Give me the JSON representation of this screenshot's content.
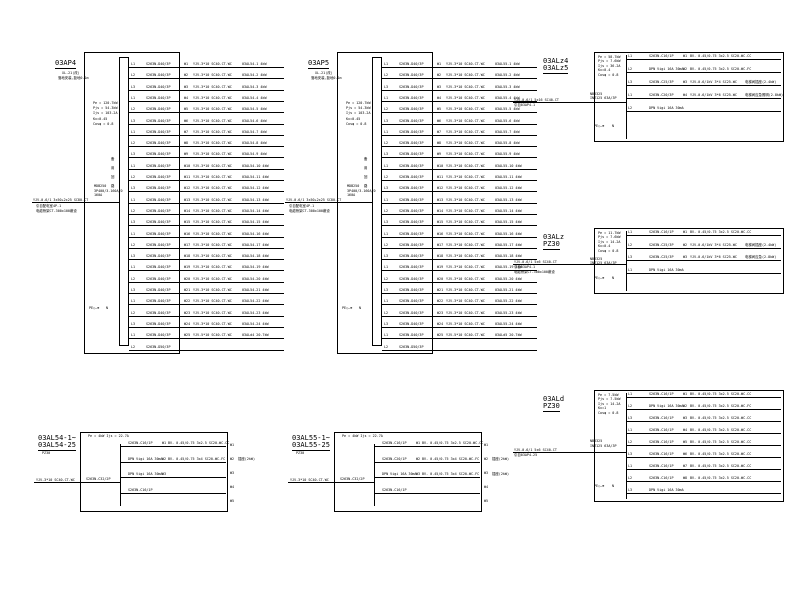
{
  "ap4": {
    "title": "03AP4",
    "sub1": "XL-21(改)",
    "sub2": "落地安装,距地0.1m",
    "params": [
      "Pe = 120.7kW",
      "Pjs = 54.3kW",
      "Ijs = 103.2A",
      "Kx=0.45",
      "Cosφ = 0.8"
    ],
    "incomer": [
      "YJV-0.6/1 3x50+2x25 SC80-CT",
      "引自配电室4P-1",
      "电缆桥架CT-300x100敷设"
    ],
    "main_breaker": [
      "MDB250",
      "3P400/3-160A/0",
      "160A"
    ],
    "circuits": [
      {
        "phase": "L1",
        "breaker": "S263N-D40/3P",
        "no": "W1",
        "cable": "YJV-3*10 SC40-CT.WC",
        "dest": "03AL54-1 4kW"
      },
      {
        "phase": "L2",
        "breaker": "S263N-D40/3P",
        "no": "W2",
        "cable": "YJV-3*10 SC40-CT.WC",
        "dest": "03AL54-2 4kW"
      },
      {
        "phase": "L3",
        "breaker": "S263N-D40/3P",
        "no": "W3",
        "cable": "YJV-3*10 SC40-CT.WC",
        "dest": "03AL54-3 4kW"
      },
      {
        "phase": "L1",
        "breaker": "S263N-D40/3P",
        "no": "W4",
        "cable": "YJV-3*10 SC40-CT.WC",
        "dest": "03AL54-4 4kW"
      },
      {
        "phase": "L2",
        "breaker": "S263N-D40/3P",
        "no": "W5",
        "cable": "YJV-3*10 SC40-CT.WC",
        "dest": "03AL54-5 4kW"
      },
      {
        "phase": "L3",
        "breaker": "S263N-D40/3P",
        "no": "W6",
        "cable": "YJV-3*10 SC40-CT.WC",
        "dest": "03AL54-6 4kW"
      },
      {
        "phase": "L1",
        "breaker": "S263N-D40/3P",
        "no": "W7",
        "cable": "YJV-3*10 SC40-CT.WC",
        "dest": "03AL54-7 4kW"
      },
      {
        "phase": "L2",
        "breaker": "S263N-D40/3P",
        "no": "W8",
        "cable": "YJV-3*10 SC40-CT.WC",
        "dest": "03AL54-8 4kW"
      },
      {
        "phase": "L3",
        "breaker": "S263N-D40/3P",
        "no": "W9",
        "cable": "YJV-3*10 SC40-CT.WC",
        "dest": "03AL54-9 4kW"
      },
      {
        "phase": "L1",
        "breaker": "S263N-D40/3P",
        "no": "W10",
        "cable": "YJV-3*10 SC40-CT.WC",
        "dest": "03AL54-10 4kW"
      },
      {
        "phase": "L2",
        "breaker": "S263N-D40/3P",
        "no": "W11",
        "cable": "YJV-3*10 SC40-CT.WC",
        "dest": "03AL54-11 4kW"
      },
      {
        "phase": "L3",
        "breaker": "S263N-D40/3P",
        "no": "W12",
        "cable": "YJV-3*10 SC40-CT.WC",
        "dest": "03AL54-12 4kW"
      },
      {
        "phase": "L1",
        "breaker": "S263N-D40/3P",
        "no": "W13",
        "cable": "YJV-3*10 SC40-CT.WC",
        "dest": "03AL54-13 4kW"
      },
      {
        "phase": "L2",
        "breaker": "S263N-D40/3P",
        "no": "W14",
        "cable": "YJV-3*10 SC40-CT.WC",
        "dest": "03AL54-14 4kW"
      },
      {
        "phase": "L3",
        "breaker": "S263N-D40/3P",
        "no": "W15",
        "cable": "YJV-3*10 SC40-CT.WC",
        "dest": "03AL54-15 4kW"
      },
      {
        "phase": "L1",
        "breaker": "S263N-D40/3P",
        "no": "W16",
        "cable": "YJV-3*10 SC40-CT.WC",
        "dest": "03AL54-16 4kW"
      },
      {
        "phase": "L2",
        "breaker": "S263N-D40/3P",
        "no": "W17",
        "cable": "YJV-3*10 SC40-CT.WC",
        "dest": "03AL54-17 4kW"
      },
      {
        "phase": "L3",
        "breaker": "S263N-D40/3P",
        "no": "W18",
        "cable": "YJV-3*10 SC40-CT.WC",
        "dest": "03AL54-18 4kW"
      },
      {
        "phase": "L1",
        "breaker": "S263N-D40/3P",
        "no": "W19",
        "cable": "YJV-3*10 SC40-CT.WC",
        "dest": "03AL54-19 4kW"
      },
      {
        "phase": "L2",
        "breaker": "S263N-D40/3P",
        "no": "W20",
        "cable": "YJV-3*10 SC40-CT.WC",
        "dest": "03AL54-20 4kW"
      },
      {
        "phase": "L3",
        "breaker": "S263N-D40/3P",
        "no": "W21",
        "cable": "YJV-3*10 SC40-CT.WC",
        "dest": "03AL54-21 4kW"
      },
      {
        "phase": "L1",
        "breaker": "S263N-D40/3P",
        "no": "W22",
        "cable": "YJV-3*10 SC40-CT.WC",
        "dest": "03AL54-22 4kW"
      },
      {
        "phase": "L2",
        "breaker": "S263N-D40/3P",
        "no": "W23",
        "cable": "YJV-3*10 SC40-CT.WC",
        "dest": "03AL54-23 4kW"
      },
      {
        "phase": "L3",
        "breaker": "S263N-D40/3P",
        "no": "W24",
        "cable": "YJV-3*10 SC40-CT.WC",
        "dest": "03AL54-24 4kW"
      },
      {
        "phase": "L1",
        "breaker": "S263N-D40/3P",
        "no": "W25",
        "cable": "YJV-5*10 SC40-CT.WC",
        "dest": "03ALd4 20.7kW"
      },
      {
        "phase": "L2",
        "breaker": "S263N-D50/3P",
        "no": "",
        "cable": "",
        "dest": ""
      }
    ],
    "vertical_label": "备用回路",
    "pe_label": "PE",
    "n_label": "N"
  },
  "ap5": {
    "title": "03AP5",
    "sub1": "XL-21(改)",
    "sub2": "落地安装,距地0.1m",
    "params": [
      "Pe = 120.7kW",
      "Pjs = 54.3kW",
      "Ijs = 103.2A",
      "Kx=0.45",
      "Cosφ = 0.8"
    ],
    "incomer": [
      "YJV-0.6/1 3x50+2x25 SC80-CT",
      "引自配电室4P-1",
      "电缆桥架CT-300x100敷设"
    ],
    "main_breaker": [
      "MDB250",
      "3P400/3-160A/0",
      "160A"
    ],
    "circuits": [
      {
        "phase": "L1",
        "breaker": "S263N-D40/3P",
        "no": "W1",
        "cable": "YJV-3*10 SC40-CT.WC",
        "dest": "03AL55-1 4kW"
      },
      {
        "phase": "L2",
        "breaker": "S263N-D40/3P",
        "no": "W2",
        "cable": "YJV-3*10 SC40-CT.WC",
        "dest": "03AL55-2 4kW"
      },
      {
        "phase": "L3",
        "breaker": "S263N-D40/3P",
        "no": "W3",
        "cable": "YJV-3*10 SC40-CT.WC",
        "dest": "03AL55-3 4kW"
      },
      {
        "phase": "L1",
        "breaker": "S263N-D40/3P",
        "no": "W4",
        "cable": "YJV-3*10 SC40-CT.WC",
        "dest": "03AL55-4 4kW"
      },
      {
        "phase": "L2",
        "breaker": "S263N-D40/3P",
        "no": "W5",
        "cable": "YJV-3*10 SC40-CT.WC",
        "dest": "03AL55-5 4kW"
      },
      {
        "phase": "L3",
        "breaker": "S263N-D40/3P",
        "no": "W6",
        "cable": "YJV-3*10 SC40-CT.WC",
        "dest": "03AL55-6 4kW"
      },
      {
        "phase": "L1",
        "breaker": "S263N-D40/3P",
        "no": "W7",
        "cable": "YJV-3*10 SC40-CT.WC",
        "dest": "03AL55-7 4kW"
      },
      {
        "phase": "L2",
        "breaker": "S263N-D40/3P",
        "no": "W8",
        "cable": "YJV-3*10 SC40-CT.WC",
        "dest": "03AL55-8 4kW"
      },
      {
        "phase": "L3",
        "breaker": "S263N-D40/3P",
        "no": "W9",
        "cable": "YJV-3*10 SC40-CT.WC",
        "dest": "03AL55-9 4kW"
      },
      {
        "phase": "L1",
        "breaker": "S263N-D40/3P",
        "no": "W10",
        "cable": "YJV-3*10 SC40-CT.WC",
        "dest": "03AL55-10 4kW"
      },
      {
        "phase": "L2",
        "breaker": "S263N-D40/3P",
        "no": "W11",
        "cable": "YJV-3*10 SC40-CT.WC",
        "dest": "03AL55-11 4kW"
      },
      {
        "phase": "L3",
        "breaker": "S263N-D40/3P",
        "no": "W12",
        "cable": "YJV-3*10 SC40-CT.WC",
        "dest": "03AL55-12 4kW"
      },
      {
        "phase": "L1",
        "breaker": "S263N-D40/3P",
        "no": "W13",
        "cable": "YJV-3*10 SC40-CT.WC",
        "dest": "03AL55-13 4kW"
      },
      {
        "phase": "L2",
        "breaker": "S263N-D40/3P",
        "no": "W14",
        "cable": "YJV-3*10 SC40-CT.WC",
        "dest": "03AL55-14 4kW"
      },
      {
        "phase": "L3",
        "breaker": "S263N-D40/3P",
        "no": "W15",
        "cable": "YJV-3*10 SC40-CT.WC",
        "dest": "03AL55-15 4kW"
      },
      {
        "phase": "L1",
        "breaker": "S263N-D40/3P",
        "no": "W16",
        "cable": "YJV-3*10 SC40-CT.WC",
        "dest": "03AL55-16 4kW"
      },
      {
        "phase": "L2",
        "breaker": "S263N-D40/3P",
        "no": "W17",
        "cable": "YJV-3*10 SC40-CT.WC",
        "dest": "03AL55-17 4kW"
      },
      {
        "phase": "L3",
        "breaker": "S263N-D40/3P",
        "no": "W18",
        "cable": "YJV-3*10 SC40-CT.WC",
        "dest": "03AL55-18 4kW"
      },
      {
        "phase": "L1",
        "breaker": "S263N-D40/3P",
        "no": "W19",
        "cable": "YJV-3*10 SC40-CT.WC",
        "dest": "03AL55-19 4kW"
      },
      {
        "phase": "L2",
        "breaker": "S263N-D40/3P",
        "no": "W20",
        "cable": "YJV-3*10 SC40-CT.WC",
        "dest": "03AL55-20 4kW"
      },
      {
        "phase": "L3",
        "breaker": "S263N-D40/3P",
        "no": "W21",
        "cable": "YJV-3*10 SC40-CT.WC",
        "dest": "03AL55-21 4kW"
      },
      {
        "phase": "L1",
        "breaker": "S263N-D40/3P",
        "no": "W22",
        "cable": "YJV-3*10 SC40-CT.WC",
        "dest": "03AL55-22 4kW"
      },
      {
        "phase": "L2",
        "breaker": "S263N-D40/3P",
        "no": "W23",
        "cable": "YJV-3*10 SC40-CT.WC",
        "dest": "03AL55-23 4kW"
      },
      {
        "phase": "L3",
        "breaker": "S263N-D40/3P",
        "no": "W24",
        "cable": "YJV-3*10 SC40-CT.WC",
        "dest": "03AL55-24 4kW"
      },
      {
        "phase": "L1",
        "breaker": "S263N-D40/3P",
        "no": "W25",
        "cable": "YJV-5*10 SC40-CT.WC",
        "dest": "03ALd5 20.7kW"
      },
      {
        "phase": "L2",
        "breaker": "S263N-D50/3P",
        "no": "",
        "cable": "",
        "dest": ""
      }
    ],
    "vertical_label": "备用回路",
    "pe_label": "PE",
    "n_label": "N"
  },
  "alz4": {
    "title1": "03ALz4",
    "title2": "03ALz5",
    "params": [
      "Pe = 58.7kW",
      "Pjs = 7.6kW",
      "Ijs = 36.2A",
      "Kx=0.4",
      "Cosφ = 0.8"
    ],
    "incomer": [
      "YJV-0.6/1 5x16 SC40-CT",
      "引自03AP4-1"
    ],
    "main_breaker": [
      "NB6325",
      "INT125 63A/3P"
    ],
    "circuits": [
      {
        "phase": "L1",
        "breaker": "S263N-C16/1P",
        "no": "W1",
        "cable": "BV- 0.45/0.75 3x2.5 SC20-WC.CC"
      },
      {
        "phase": "L2",
        "breaker": "DPN Vigi 16A 30mA",
        "no": "W2",
        "cable": "BV- 0.45/0.75 3x2.5 SC20-WC.FC"
      },
      {
        "phase": "L3",
        "breaker": "S263N-C25/3P",
        "no": "W3",
        "cable": "YJV-0.6/1kV 3*4 SC25-WC",
        "dest": "电梯间插座(2.4kW)"
      },
      {
        "phase": "L1",
        "breaker": "S263N-C20/3P",
        "no": "W4",
        "cable": "YJV-0.6/1kV 3*6 SC25-WC",
        "dest": "电梯间应急照明(2.8kW)"
      },
      {
        "phase": "L2",
        "breaker": "DPN Vigi 16A 30mA",
        "no": "",
        "cable": ""
      }
    ],
    "pe_label": "PE",
    "n_label": "N"
  },
  "alz": {
    "title": "03ALz",
    "sub": "PZ30",
    "params": [
      "Pe = 11.7kW",
      "Pjs = 7.6kW",
      "Ijs = 14.2A",
      "Kx=0.4",
      "Cosφ = 0.8"
    ],
    "incomer": [
      "YJV-0.6/1 5x6 SC40-CT",
      "引自03AP4-1",
      "电缆桥架CT-300x100敷设"
    ],
    "main_breaker": [
      "NB6325",
      "INT125 63A/3P"
    ],
    "circuits": [
      {
        "phase": "L1",
        "breaker": "S263N-C16/1P",
        "no": "W1",
        "cable": "BV- 0.45/0.75 3x2.5 SC20-WC.CC"
      },
      {
        "phase": "L2",
        "breaker": "S263N-C25/3P",
        "no": "W2",
        "cable": "YJV-0.6/1kV 3*4 SC25-WC",
        "dest": "电梯间插座(2.4kW)"
      },
      {
        "phase": "L3",
        "breaker": "S263N-C25/3P",
        "no": "W3",
        "cable": "YJV-0.6/1kV 3*6 SC25-WC",
        "dest": "电梯间应急(2.8kW)"
      },
      {
        "phase": "L1",
        "breaker": "DPN Vigi 16A 30mA",
        "no": "",
        "cable": ""
      }
    ],
    "pe_label": "PE",
    "n_label": "N"
  },
  "ald": {
    "title": "03ALd",
    "sub": "PZ30",
    "params": [
      "Pe = 7.5kW",
      "Pjs = 7.5kW",
      "Ijs = 14.2A",
      "Kx=1",
      "Cosφ = 0.8"
    ],
    "incomer": [
      "YJV-0.6/1 5x6 SC40-CT",
      "引自03AP4-25"
    ],
    "main_breaker": [
      "NB6325",
      "INT125 63A/3P"
    ],
    "circuits": [
      {
        "phase": "L1",
        "breaker": "S263N-C16/1P",
        "no": "W1",
        "cable": "BV- 0.45/0.75 3x2.5 SC20-WC.CC"
      },
      {
        "phase": "L2",
        "breaker": "DPN Vigi 16A 30mA",
        "no": "W2",
        "cable": "BV- 0.45/0.75 3x2.5 SC20-WC.FC"
      },
      {
        "phase": "L3",
        "breaker": "S263N-C16/1P",
        "no": "W3",
        "cable": "BV- 0.45/0.75 3x2.5 SC20-WC.CC"
      },
      {
        "phase": "L1",
        "breaker": "S263N-C16/1P",
        "no": "W4",
        "cable": "BV- 0.45/0.75 3x2.5 SC20-WC.CC"
      },
      {
        "phase": "L2",
        "breaker": "S263N-C16/1P",
        "no": "W5",
        "cable": "BV- 0.45/0.75 3x2.5 SC20-WC.CC"
      },
      {
        "phase": "L3",
        "breaker": "S263N-C16/1P",
        "no": "W6",
        "cable": "BV- 0.45/0.75 3x2.5 SC20-WC.CC"
      },
      {
        "phase": "L1",
        "breaker": "S263N-C16/1P",
        "no": "W7",
        "cable": "BV- 0.45/0.75 3x2.5 SC20-WC.CC"
      },
      {
        "phase": "L2",
        "breaker": "S263N-C16/1P",
        "no": "W8",
        "cable": "BV- 0.45/0.75 3x2.5 SC20-WC.CC"
      },
      {
        "phase": "L3",
        "breaker": "DPN Vigi 16A 30mA",
        "no": "",
        "cable": ""
      }
    ],
    "pe_label": "PE",
    "n_label": "N"
  },
  "al54": {
    "title1": "03AL54-1~",
    "title2": "03AL54-25",
    "sub": "PZ30",
    "params": [
      "Pe = 4kW Ijs = 22.7A"
    ],
    "incomer": [
      "YJV-3*10 SC40-CT.WC"
    ],
    "main_breaker": "S263N-C32/2P",
    "circuits": [
      {
        "breaker": "S263N-C16/1P",
        "no": "W1",
        "cable": "BV- 0.45/0.75 3x2.5 SC20-WC.CC"
      },
      {
        "breaker": "DPN Vigi 16A 30mA",
        "no": "W2",
        "cable": "BV- 0.45/0.75 3x4 SC20-WC.FC",
        "dest": "插座(2kW)"
      },
      {
        "breaker": "DPN Vigi 16A 30mA",
        "no": "W3",
        "cable": ""
      },
      {
        "breaker": "S263N-C16/1P",
        "no": "",
        "cable": ""
      }
    ],
    "labels": [
      "W1",
      "W2",
      "W3",
      "W4",
      "W5"
    ]
  },
  "al55": {
    "title1": "03AL55-1~",
    "title2": "03AL55-25",
    "sub": "PZ30",
    "params": [
      "Pe = 4kW Ijs = 22.7A"
    ],
    "incomer": [
      "YJV-3*10 SC40-CT.WC"
    ],
    "main_breaker": "S263N-C32/2P",
    "circuits": [
      {
        "breaker": "S263N-C16/1P",
        "no": "W1",
        "cable": "BV- 0.45/0.75 3x2.5 SC20-WC.CC"
      },
      {
        "breaker": "S263N-C20/1P",
        "no": "W2",
        "cable": "BV- 0.45/0.75 3x4 SC20-WC.FC",
        "dest": "插座(2kW)"
      },
      {
        "breaker": "DPN Vigi 16A 30mA",
        "no": "W3",
        "cable": "BV- 0.45/0.75 3x4 SC20-WC.FC",
        "dest": "插座(2kW)"
      },
      {
        "breaker": "S263N-C16/1P",
        "no": "",
        "cable": ""
      }
    ],
    "labels": [
      "W1",
      "W2",
      "W3",
      "W4",
      "W5"
    ]
  }
}
